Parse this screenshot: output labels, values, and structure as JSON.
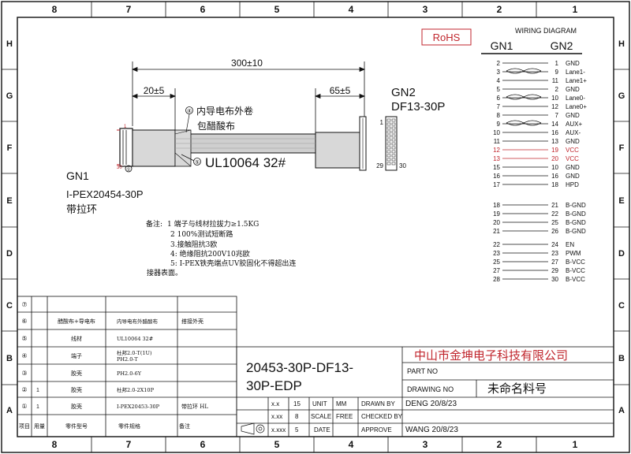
{
  "frame": {
    "cols": [
      "8",
      "7",
      "6",
      "5",
      "4",
      "3",
      "2",
      "1"
    ],
    "rows": [
      "H",
      "G",
      "F",
      "E",
      "D",
      "C",
      "B",
      "A"
    ]
  },
  "rohs": "RoHS",
  "dimensions": {
    "total": "300±10",
    "left": "20±5",
    "right": "65±5"
  },
  "callouts": {
    "c4_num": "④",
    "c4_text1": "内导电布外卷",
    "c4_text2": "包醋酸布",
    "c5_num": "⑤",
    "cable": "UL10064  32#",
    "c1_num": "①",
    "pin1": "1",
    "pin30": "30"
  },
  "gn1": {
    "title": "GN1",
    "part": "I-PEX20454-30P",
    "note": "带拉环"
  },
  "gn2": {
    "title": "GN2",
    "part": "DF13-30P",
    "pin1": "1",
    "pin29": "29",
    "pin30": "30"
  },
  "notes": {
    "label": "备注:",
    "lines": [
      "1  端子与线材拉拔力≥1.5KG",
      "2   100%测试短断路",
      "3.接触阻抗3欧",
      "4:  绝缘阻抗200V10兆欧",
      "5:  I-PEX铁壳端点UV胶固化不得超出连",
      "接器表面。"
    ]
  },
  "wiring": {
    "title": "WIRING DIAGRAM",
    "h1": "GN1",
    "h2": "GN2",
    "rows": [
      {
        "a": "2",
        "b": "1",
        "s": "GND",
        "red": false
      },
      {
        "a": "3",
        "b": "9",
        "s": "Lane1-",
        "red": false
      },
      {
        "a": "4",
        "b": "11",
        "s": "Lane1+",
        "red": false
      },
      {
        "a": "5",
        "b": "2",
        "s": "GND",
        "red": false
      },
      {
        "a": "6",
        "b": "10",
        "s": "Lane0-",
        "red": false
      },
      {
        "a": "7",
        "b": "12",
        "s": "Lane0+",
        "red": false
      },
      {
        "a": "8",
        "b": "7",
        "s": "GND",
        "red": false
      },
      {
        "a": "9",
        "b": "14",
        "s": "AUX+",
        "red": false
      },
      {
        "a": "10",
        "b": "16",
        "s": "AUX-",
        "red": false
      },
      {
        "a": "11",
        "b": "13",
        "s": "GND",
        "red": false
      },
      {
        "a": "12",
        "b": "19",
        "s": "VCC",
        "red": true
      },
      {
        "a": "13",
        "b": "20",
        "s": "VCC",
        "red": true
      },
      {
        "a": "15",
        "b": "10",
        "s": "GND",
        "red": false
      },
      {
        "a": "16",
        "b": "16",
        "s": "GND",
        "red": false
      },
      {
        "a": "17",
        "b": "18",
        "s": "HPD",
        "red": false
      },
      {
        "a": "18",
        "b": "21",
        "s": "B-GND",
        "red": false
      },
      {
        "a": "19",
        "b": "22",
        "s": "B-GND",
        "red": false
      },
      {
        "a": "20",
        "b": "25",
        "s": "B-GND",
        "red": false
      },
      {
        "a": "21",
        "b": "26",
        "s": "B-GND",
        "red": false
      },
      {
        "a": "22",
        "b": "24",
        "s": "EN",
        "red": false
      },
      {
        "a": "23",
        "b": "23",
        "s": "PWM",
        "red": false
      },
      {
        "a": "25",
        "b": "27",
        "s": "B-VCC",
        "red": false
      },
      {
        "a": "27",
        "b": "29",
        "s": "B-VCC",
        "red": false
      },
      {
        "a": "28",
        "b": "30",
        "s": "B-VCC",
        "red": false
      }
    ]
  },
  "bom": {
    "rows": [
      {
        "no": "⑦",
        "qty": "",
        "part": "",
        "spec": "",
        "note": ""
      },
      {
        "no": "⑥",
        "qty": "",
        "part": "醋酸布+导电布",
        "spec": "内导电布外醋酸布",
        "note": "搭接外壳"
      },
      {
        "no": "⑤",
        "qty": "",
        "part": "线材",
        "spec": "UL10064 32#",
        "note": ""
      },
      {
        "no": "④",
        "qty": "",
        "part": "端子",
        "spec": "杜邦2.0-T(1U)\nPH2.0-T",
        "note": ""
      },
      {
        "no": "③",
        "qty": "",
        "part": "胶壳",
        "spec": "PH2.0-6Y",
        "note": ""
      },
      {
        "no": "②",
        "qty": "1",
        "part": "胶壳",
        "spec": "杜邦2.0-2X10P",
        "note": ""
      },
      {
        "no": "①",
        "qty": "1",
        "part": "胶壳",
        "spec": "I-PEX20453-30P",
        "note": "带拉环 HL"
      }
    ],
    "header": {
      "no": "项目",
      "qty": "用量",
      "part": "零件型号",
      "spec": "零件规格",
      "note": "备注"
    }
  },
  "title_block": {
    "drawing": "20453-30P-DF13-30P-EDP",
    "drawing_l1": "20453-30P-DF13-",
    "drawing_l2": "30P-EDP",
    "company": "中山市金坤电子科技有限公司",
    "part_no_label": "PART  NO",
    "drawing_no_label": "DRAWING NO",
    "drawing_no_value": "未命名料号",
    "tol": [
      {
        "k": "x.x",
        "v": "15"
      },
      {
        "k": "x.xx",
        "v": "8"
      },
      {
        "k": "x.xxx",
        "v": "5"
      }
    ],
    "unit_label": "UNIT",
    "unit_value": "MM",
    "scale_label": "SCALE",
    "scale_value": "FREE",
    "date_label": "DATE",
    "drawn_by_label": "DRAWN BY",
    "drawn_by_value": "DENG 20/8/23",
    "checked_by_label": "CHECKED BY",
    "approve_label": "APPROVE",
    "approve_value": "WANG 20/8/23"
  }
}
